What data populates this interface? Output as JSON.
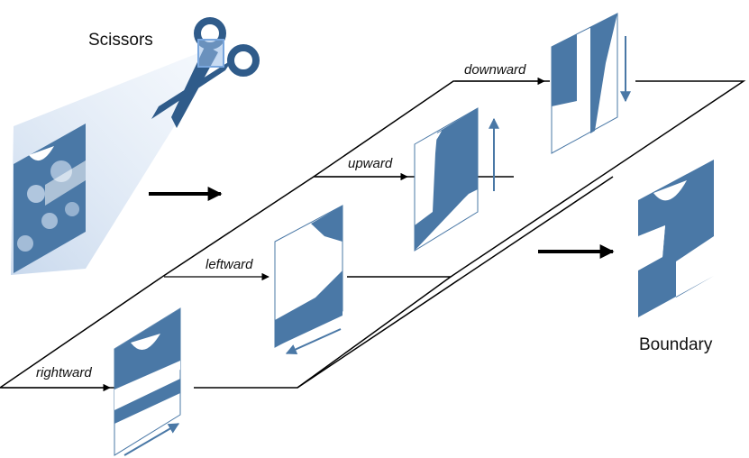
{
  "labels": {
    "scissors": "Scissors",
    "boundary": "Boundary",
    "rightward": "rightward",
    "leftward": "leftward",
    "upward": "upward",
    "downward": "downward"
  },
  "colors": {
    "shape": "#4a78a6",
    "stroke": "#000000",
    "beam": "#b9cde6",
    "highlight": "#9bbde8"
  }
}
